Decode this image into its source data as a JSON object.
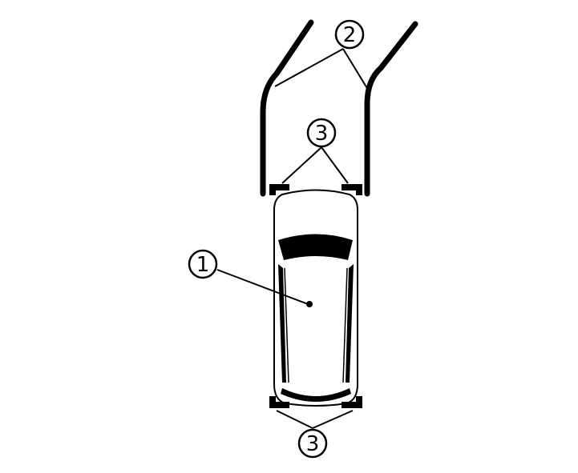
{
  "callouts": {
    "vehicle": "1",
    "curbs": "2",
    "sensors_front": "3",
    "sensors_rear": "3"
  },
  "colors": {
    "line": "#000000",
    "background": "#ffffff"
  }
}
